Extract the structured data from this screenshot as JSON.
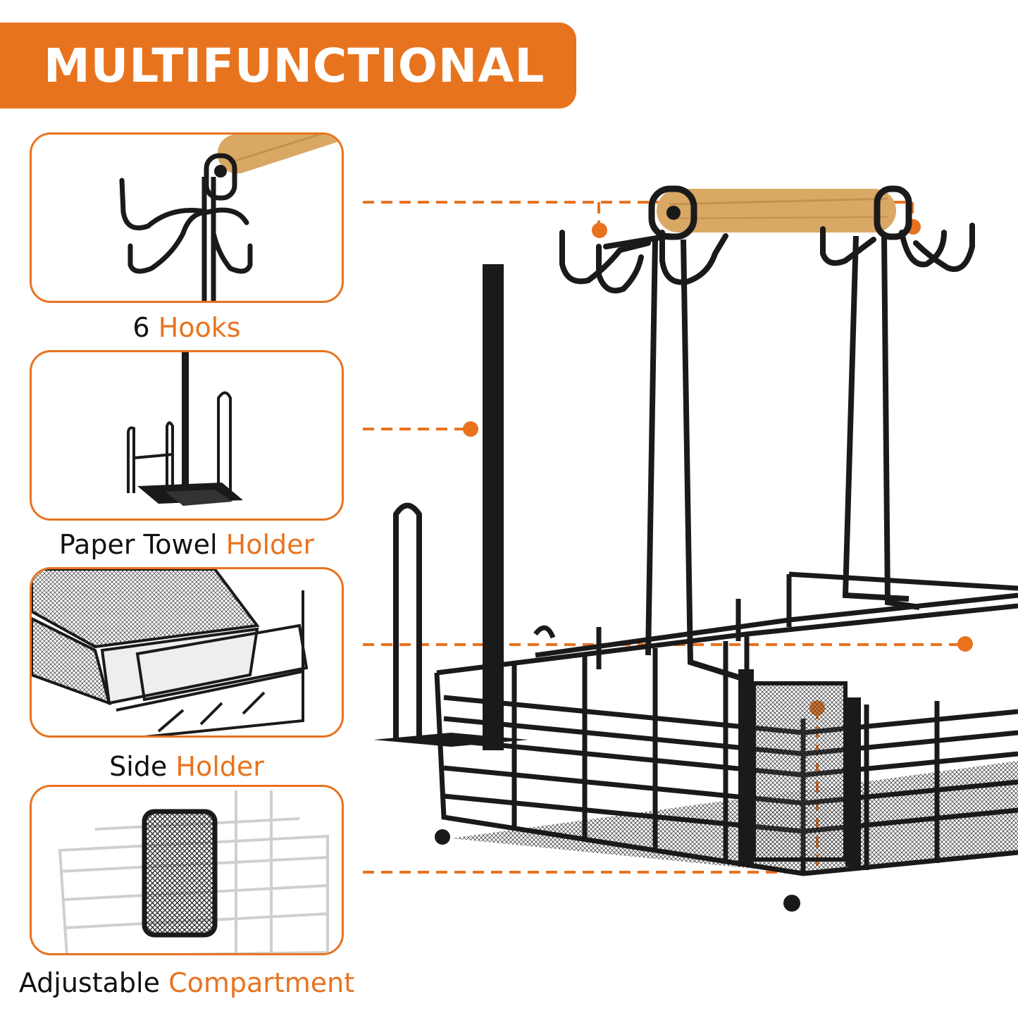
{
  "banner": {
    "title": "MULTIFUNCTIONAL"
  },
  "features": [
    {
      "prefix": "6",
      "highlight": "Hooks"
    },
    {
      "prefix": "Paper Towel",
      "highlight": "Holder"
    },
    {
      "prefix": "Side",
      "highlight": "Holder"
    },
    {
      "prefix": "Adjustable",
      "highlight": "Compartment"
    }
  ],
  "colors": {
    "accent": "#e8731f",
    "metal": "#1a1a1a",
    "wood": "#d9a865"
  }
}
